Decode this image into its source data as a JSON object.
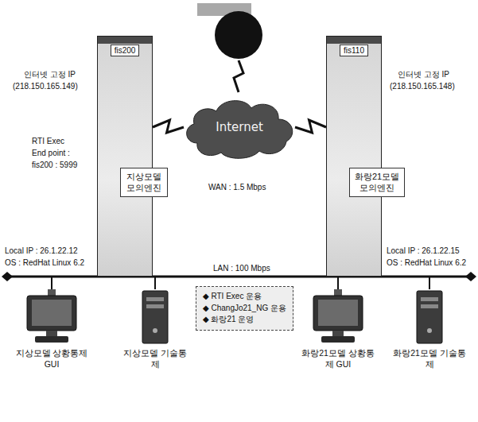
{
  "diagram": {
    "nodes": [
      {
        "text": [
          "fis200"
        ]
      },
      {
        "text": [
          "지상모델 모의엔진"
        ],
        "in": 0
      },
      {
        "text": [
          "Internet"
        ]
      },
      {
        "text": [
          "fis110"
        ]
      },
      {
        "text": [
          "화랑21모델 모의엔진"
        ],
        "in": 3
      },
      {
        "text": [
          "◆ RTI Exec 운용",
          "◆ ChangJo21_NG 운용",
          "◆ 화랑21 운영"
        ]
      },
      {
        "text": [
          "지상모델 상황통제 GUI"
        ]
      },
      {
        "text": [
          "지상모델 기술통제"
        ]
      },
      {
        "text": [
          "화랑21모델 상황통제 GUI"
        ]
      },
      {
        "text": [
          "화랑21모델 기술통제"
        ]
      }
    ],
    "edges": [
      {
        "from": 0,
        "to": 2,
        "arrow": "none"
      },
      {
        "from": 3,
        "to": 2,
        "arrow": "none"
      }
    ],
    "labels": [
      "인터넷 고정 IP",
      "(218.150.165.149)",
      "인터넷 고정 IP",
      "(218.150.165.148)",
      "RTI Exec",
      "End point :",
      "fis200 : 5999",
      "WAN : 1.5 Mbps",
      "Local IP : 26.1.22.12",
      "OS : RedHat Linux 6.2",
      "Local IP : 26.1.22.15",
      "OS : RedHat Linux 6.2",
      "LAN : 100 Mbps"
    ]
  }
}
